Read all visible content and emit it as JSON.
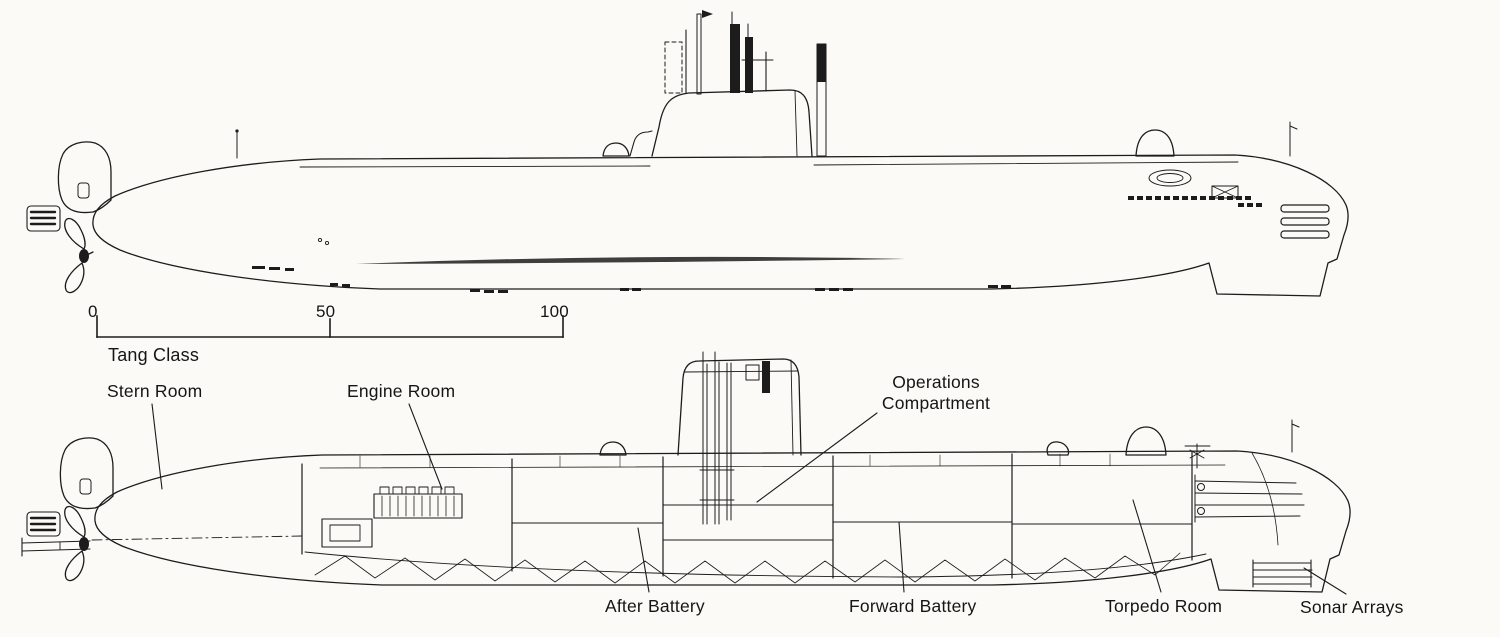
{
  "page": {
    "background": "#fbfaf6"
  },
  "diagram": {
    "class_name": "Tang Class",
    "scale_bar": {
      "tick_labels": [
        "0",
        "50",
        "100"
      ]
    },
    "compartment_labels": {
      "stern_room": "Stern Room",
      "engine_room": "Engine Room",
      "operations_compartment": [
        "Operations",
        "Compartment"
      ],
      "after_battery": "After Battery",
      "forward_battery": "Forward Battery",
      "torpedo_room": "Torpedo Room",
      "sonar_arrays": "Sonar Arrays"
    },
    "colors": {
      "ink": "#1c1c1c",
      "paper": "#fbfaf6"
    }
  }
}
